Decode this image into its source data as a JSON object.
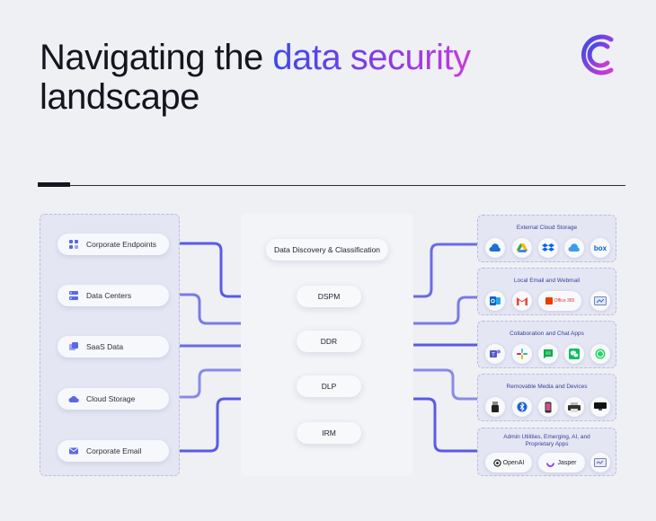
{
  "title": {
    "line1_plain": "Navigating the ",
    "line1_accent": "data security",
    "line2": "landscape"
  },
  "sources": [
    {
      "label": "Corporate Endpoints",
      "icon": "endpoints-icon"
    },
    {
      "label": "Data Centers",
      "icon": "server-icon"
    },
    {
      "label": "SaaS Data",
      "icon": "saas-icon"
    },
    {
      "label": "Cloud Storage",
      "icon": "cloud-icon"
    },
    {
      "label": "Corporate Email",
      "icon": "email-icon"
    }
  ],
  "capabilities": [
    "Data Discovery & Classification",
    "DSPM",
    "DDR",
    "DLP",
    "IRM"
  ],
  "destinations": [
    {
      "title": "External Cloud Storage",
      "apps": [
        "OneDrive",
        "Google Drive",
        "Dropbox",
        "iCloud",
        "box"
      ]
    },
    {
      "title": "Local Email and Webmail",
      "apps": [
        "Outlook",
        "Gmail",
        "Office 365",
        "Webmail"
      ]
    },
    {
      "title": "Collaboration and Chat Apps",
      "apps": [
        "Teams",
        "Slack",
        "Google Chat",
        "WeChat",
        "WhatsApp"
      ]
    },
    {
      "title": "Removable Media and Devices",
      "apps": [
        "USB Drive",
        "Bluetooth",
        "Phone",
        "Printer",
        "Display"
      ]
    },
    {
      "title": "Admin Utilities, Emerging, AI, and Proprietary Apps",
      "apps": [
        "OpenAI",
        "Jasper",
        "Admin Tool"
      ]
    }
  ],
  "colors": {
    "connector": "#5a5ae6",
    "connector_light": "#c9c9f3",
    "accent_start": "#3a4ae8",
    "accent_end": "#c93ad8"
  }
}
